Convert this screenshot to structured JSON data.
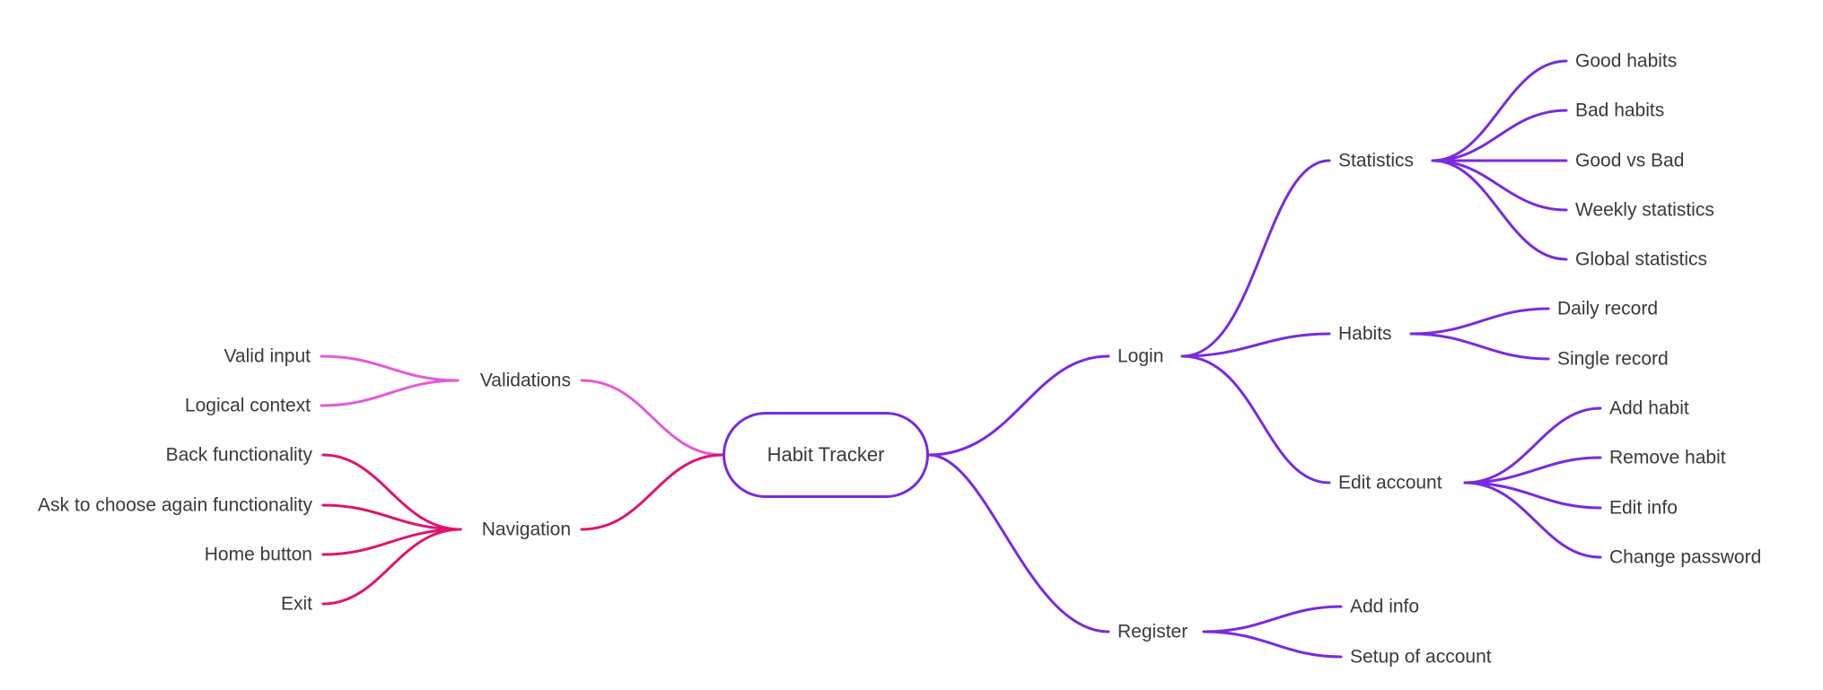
{
  "root": {
    "label": "Habit Tracker",
    "color": "#7a2ae0"
  },
  "colors": {
    "purple": "#7a2ae0",
    "pink": "#e659d8",
    "magenta": "#e0136f",
    "text": "#3a3a3a"
  },
  "branches": {
    "login": {
      "label": "Login",
      "statistics": {
        "label": "Statistics",
        "items": [
          "Good habits",
          "Bad habits",
          "Good vs Bad",
          "Weekly statistics",
          "Global statistics"
        ]
      },
      "habits": {
        "label": "Habits",
        "items": [
          "Daily record",
          "Single record"
        ]
      },
      "edit_account": {
        "label": "Edit account",
        "items": [
          "Add habit",
          "Remove habit",
          "Edit info",
          "Change password"
        ]
      }
    },
    "register": {
      "label": "Register",
      "items": [
        "Add info",
        "Setup of account"
      ]
    },
    "validations": {
      "label": "Validations",
      "items": [
        "Valid input",
        "Logical context"
      ]
    },
    "navigation": {
      "label": "Navigation",
      "items": [
        "Back functionality",
        "Ask to choose again functionality",
        "Home button",
        "Exit"
      ]
    }
  }
}
